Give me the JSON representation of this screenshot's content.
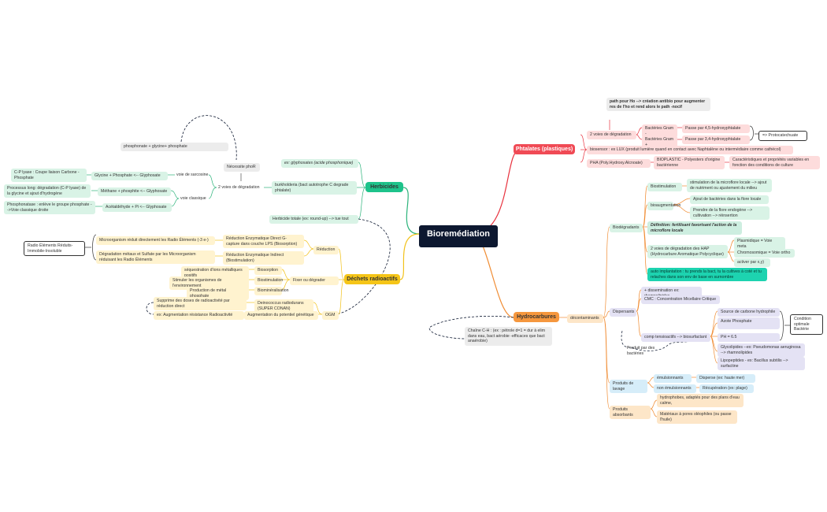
{
  "center": "Bioremédiation",
  "colors": {
    "herbicides": "#2bb37a",
    "phtalates": "#e8323e",
    "hydrocarbures": "#f08c33",
    "dechets": "#f2c21b",
    "central": "#0d1830"
  },
  "herbicides": {
    "title": "Herbicides",
    "n1": "ex: glyphosates (acide phosphonique)",
    "n2": "burkholderia (bact autotrophe C degrade phtalate)",
    "n3": "Herbicide totale (ex: round-up) --> tue tout",
    "voies": "2 voies de dégradation",
    "necessite": "Nécessite phoR",
    "phosphonate": "phosphonate + glycine+ phosphate",
    "sarcosine": "voie de sarcosine",
    "glycine": "Glycine + Phosphate <-- Glyphosate",
    "cp_lyase": "C-P lyase : Coupe liaison Carbone - Phosphate",
    "classique": "voie classique",
    "methane": "Méthane + phosphite <-- Glyphosate",
    "processus": "Processus long: dégradation (C-P lyase) de la glycine et ajout d'hydrogène",
    "acetal": "Acétaldéhyde + Pi <-- Glyphosate",
    "phosphonatase": "Phosphonatase : enlève le groupe phosphate -->Voie classique droite"
  },
  "dechets": {
    "title": "Déchets radioactifs",
    "reduction": "Réduction",
    "red_direct": "Réduction Enzymatique Direct G- capture dans couche LPS (Biosorption)",
    "micro": "Microorganism réduit directement les Radio Éléments (-3 e-)",
    "red_indirect": "Réduction Enzymatique Indirect (Biostimulation)",
    "degradation": "Dégradation métaux et Sulfate par les Microorganism réduisant les Radio Éléments",
    "radio_note": "Radio Éléments Réduits-Immobile-Insoluble",
    "fixer": "Fixer ou dégrader",
    "biosorption": "Biosorption",
    "sequestration": "séquestration d'ions métalliques positifs",
    "biostimulation": "Biostimulation",
    "stimuler": "Stimuler les organismes de l'environnement",
    "biomin": "Biominéralisation",
    "production": "Production de métal phosphate",
    "ogm": "OGM",
    "deino": "Deinococcus radiodurans (SUPER CONAN)",
    "supprime": "Supprime des doses de radioactivité par réduction direct",
    "augm_pot": "Augmentation du potentiel génétique",
    "augm_res": "ex: Augmentation résistance Radioactivité"
  },
  "phtalates": {
    "title": "Phtalates (plastiques)",
    "path_note": "path pour Ho --> création antibio pour augmenter res de l'ho et rend alors le path -nocif",
    "voies": "2 voies de dégradation",
    "gram_minus": "Bactéries Gram -",
    "gram_plus": "Bactéries Gram +",
    "passe45": "Passe par 4,5-hydroxyphtalate",
    "passe34": "Passe par 3,4-hydroxyphtalate",
    "protoca": "=> Protocatechuate",
    "biosensor": "biosensor : ex LUX (produit lumière quand en contact avec Naphtalène ou intermédiaire comme cathécol)",
    "pha": "PHA (Poly.Hydroxy.Alcnoate)",
    "bioplastic": "BIOPLASTIC - Polyesters d'origine bactérienne",
    "carac": "Caractéristiques et propriétés variables en fonction des conditions de culture"
  },
  "hydro": {
    "title": "Hydrocarbures",
    "decont": "décontaminants",
    "chaine": "Chaîne C-H : (ex : pétrole d=1 = dur à elim dans eau, bact aérobie -efficaces que bact anaérobie)",
    "biodeg": "Biodégradants",
    "biostim": "Biostimulation",
    "biostim_desc": "stimulation de la microflore locale --> ajout de nutriment ou ajustement du milieu",
    "bioaug": "bioaugmentation",
    "ajout": "Ajout de bactéries dans la flore locale",
    "prendre": "Prendre de la flore endogène --> cultivation --> réinsertion",
    "definition": "Définition: fertilisant favorisant l'action de la microflore locale",
    "hap": "2 voies de dégradation des HAP (Hydrocarbure Aromatique Polycyclique)",
    "plasmidique": "Plasmidique = Voie meta",
    "chromo": "Chromosomique = Voie ortho",
    "activer": "activer par x,y)",
    "auto": "auto implantation : tu prends la bact, tu la cultives à coté et tu relaches dans son env de base en surnombre",
    "dispersants": "Dispersants",
    "dissemination": "+ dissemination ex: rhamnolipides",
    "cmc": "CMC : Concentration Micellaire Critique",
    "comp": "comp tensioactifs --> biosurfactant",
    "produit_bact": "Produit par des bactéries",
    "source": "Source de carbone hydrophile",
    "azote": "Azote Phosphate",
    "ph": "PH = 6.5",
    "condition": "Condition optimale Bactérie",
    "glyco": "Glycolipides --ex: Pseudomonas aeruginosa --> rhamnolipides",
    "lipo": "Lipopeptides - ex: Bacillus subtilis --> surfactine",
    "lavage": "Produits de lavage",
    "emuls": "émulsionnants",
    "disperse": "Disperse (ex: haute mer)",
    "non_emuls": "non émulsionnants",
    "recup": "Récupération (ex: plage)",
    "absorbants": "Produits absorbants",
    "hydrophobes": "hydrophobes, adaptés pour des plans d'eau calme,",
    "materiaux": "Matériaux à pores oléophiles (ou passe l'huile)"
  }
}
